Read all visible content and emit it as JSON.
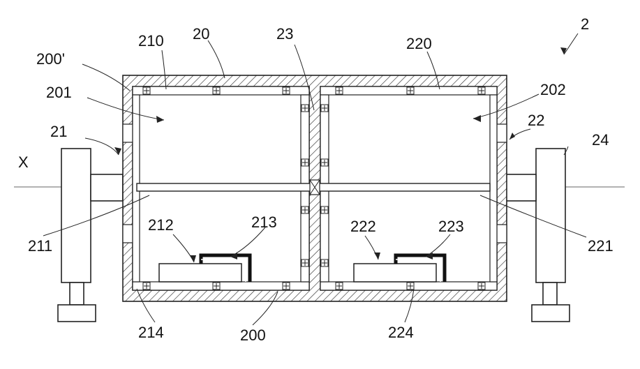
{
  "labels": {
    "fig": "2",
    "housing": "20",
    "housing_alt": "200'",
    "chamber_left": "201",
    "chamber_right": "202",
    "module_left": "21",
    "module_right": "22",
    "partition": "23",
    "support_right": "24",
    "axis": "X",
    "panel_top_left": "210",
    "panel_top_right": "220",
    "shaft_left": "211",
    "shaft_right": "221",
    "device_left": "212",
    "cover_left": "213",
    "device_right": "222",
    "cover_right": "223",
    "bottom_left": "214",
    "bottom_center": "200",
    "bottom_right": "224"
  }
}
